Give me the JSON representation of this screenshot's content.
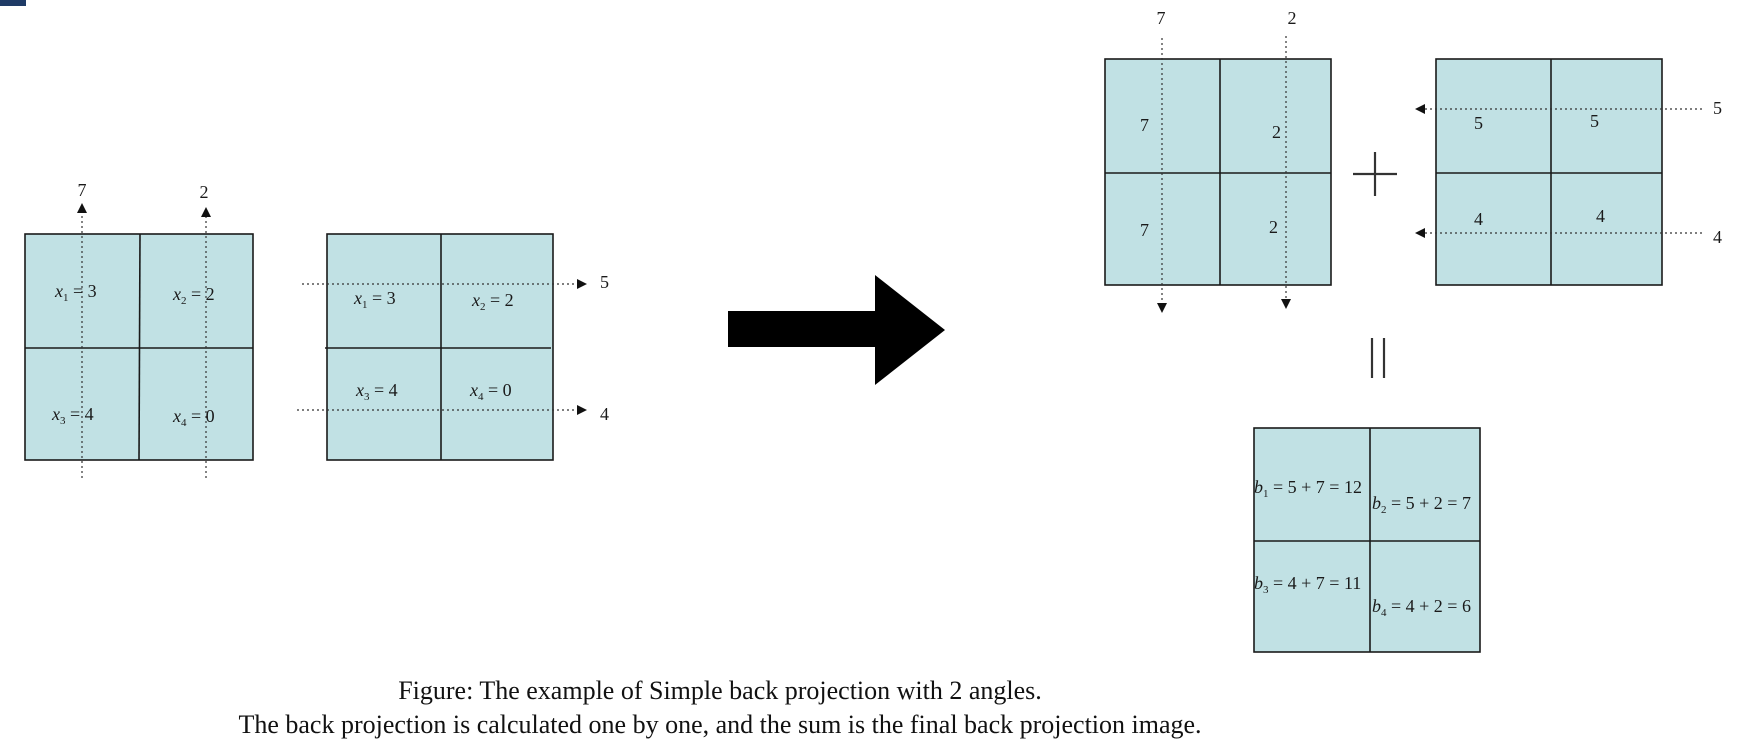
{
  "left_grid_a": {
    "top_labels": [
      "7",
      "2"
    ],
    "cells": [
      {
        "var": "x",
        "sub": "1",
        "val": "3"
      },
      {
        "var": "x",
        "sub": "2",
        "val": "2"
      },
      {
        "var": "x",
        "sub": "3",
        "val": "4"
      },
      {
        "var": "x",
        "sub": "4",
        "val": "0"
      }
    ]
  },
  "left_grid_b": {
    "side_labels": [
      "5",
      "4"
    ],
    "cells": [
      {
        "var": "x",
        "sub": "1",
        "val": "3"
      },
      {
        "var": "x",
        "sub": "2",
        "val": "2"
      },
      {
        "var": "x",
        "sub": "3",
        "val": "4"
      },
      {
        "var": "x",
        "sub": "4",
        "val": "0"
      }
    ]
  },
  "bp_grid_a": {
    "top_labels": [
      "7",
      "2"
    ],
    "cells": [
      "7",
      "2",
      "7",
      "2"
    ]
  },
  "bp_grid_b": {
    "side_labels": [
      "5",
      "4"
    ],
    "cells": [
      "5",
      "5",
      "4",
      "4"
    ]
  },
  "result_grid": {
    "cells": [
      {
        "var": "b",
        "sub": "1",
        "expr": "5 + 7 = 12"
      },
      {
        "var": "b",
        "sub": "2",
        "expr": "5 + 2 = 7"
      },
      {
        "var": "b",
        "sub": "3",
        "expr": "4 + 7 = 11"
      },
      {
        "var": "b",
        "sub": "4",
        "expr": "4 + 2 = 6"
      }
    ]
  },
  "caption": {
    "line1": "Figure: The example of Simple back projection with 2 angles.",
    "line2": "The back projection is calculated one by one, and the sum is the final back projection image."
  }
}
